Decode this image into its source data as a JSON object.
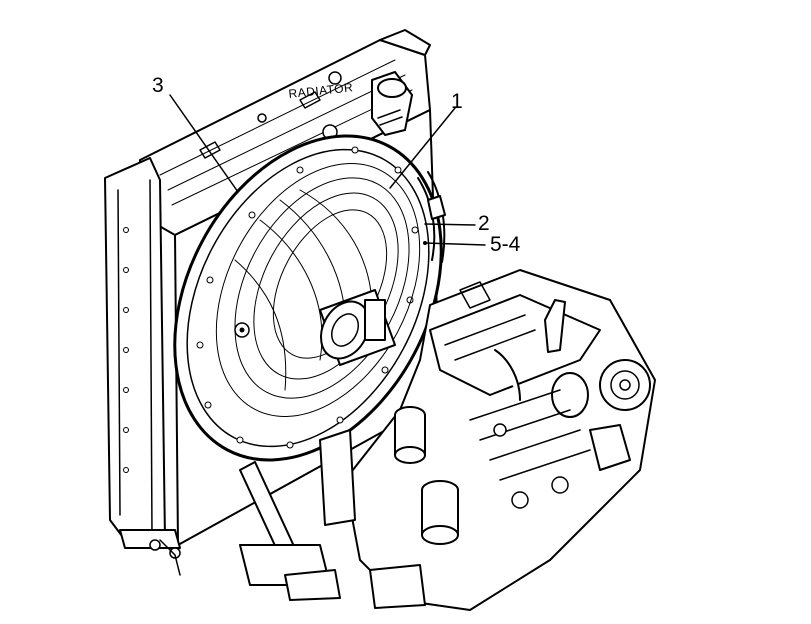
{
  "diagram": {
    "plate_label": "RADIATOR",
    "callouts": [
      {
        "id": "c3",
        "label": "3"
      },
      {
        "id": "c1",
        "label": "1"
      },
      {
        "id": "c2",
        "label": "2"
      },
      {
        "id": "c54",
        "label": "5-4"
      }
    ]
  }
}
